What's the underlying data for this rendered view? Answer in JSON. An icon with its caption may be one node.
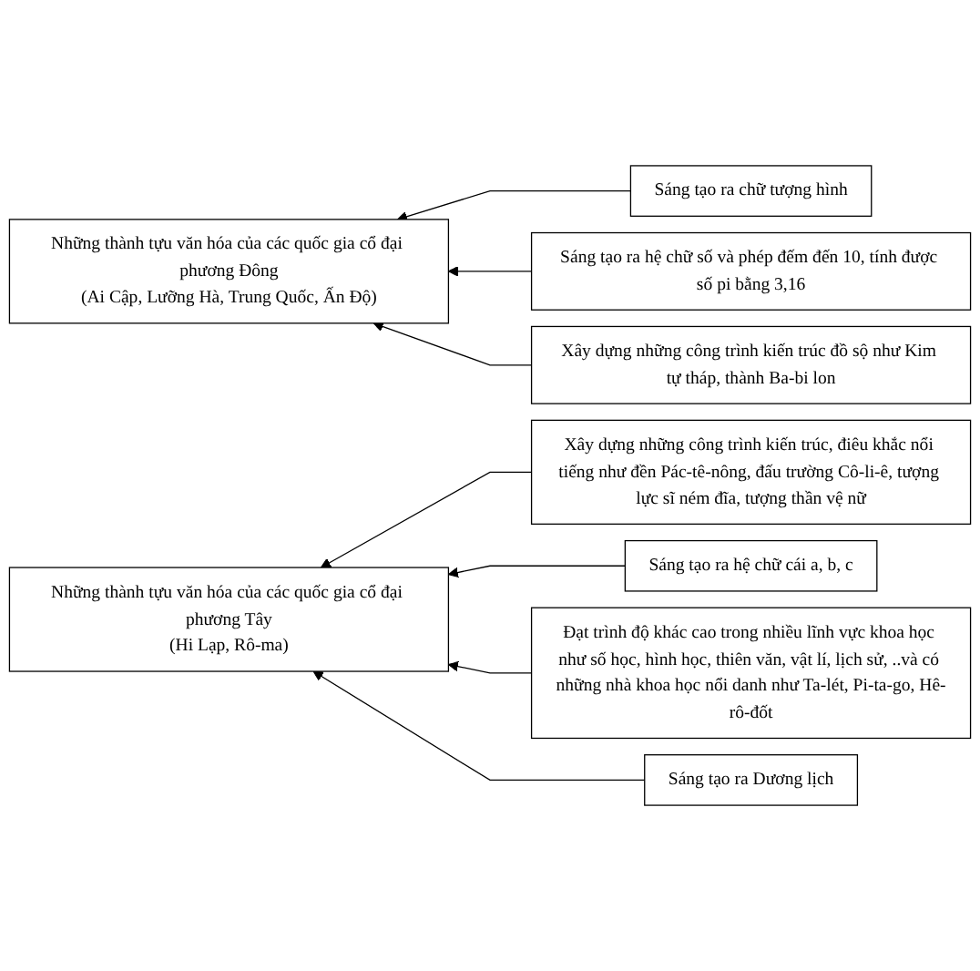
{
  "diagram": {
    "nodes": [
      {
        "text": [
          "Những thành tựu văn hóa của các quốc gia cổ đại phương Đông",
          "(Ai Cập, Lưỡng Hà, Trung Quốc, Ấn Độ)"
        ]
      },
      {
        "text": [
          "Sáng tạo ra chữ tượng hình"
        ]
      },
      {
        "text": [
          "Xây dựng những công trình kiến trúc, điêu khắc nổi tiếng như đền Pác-tê-nông, đấu trường Cô-li-ê, tượng lực sĩ ném đĩa, tượng thần vệ nữ"
        ]
      },
      {
        "text": [
          "Sáng tạo ra hệ chữ cái a, b, c"
        ]
      },
      {
        "text": [
          "Sáng tạo ra hệ chữ số và phép đếm đến 10, tính được số pi bằng 3,16"
        ]
      },
      {
        "text": [
          "Đạt trình độ khác cao trong nhiều lĩnh vực khoa học như số học, hình học, thiên văn, vật lí, lịch sử, ..và có những nhà khoa học nổi danh như Ta-lét, Pi-ta-go, Hê-rô-đốt"
        ]
      },
      {
        "text": [
          "Xây dựng những công trình kiến trúc đồ sộ như Kim tự tháp, thành Ba-bi lon"
        ]
      },
      {
        "text": [
          "Sáng tạo ra Dương lịch"
        ]
      },
      {
        "text": [
          "Những thành tựu văn hóa của các quốc gia cổ đại phương Tây",
          "(Hi Lạp, Rô-ma)"
        ]
      }
    ],
    "edges": [
      {
        "from": 1,
        "to": 0,
        "arrow": "to"
      },
      {
        "from": 2,
        "to": 8,
        "arrow": "to"
      },
      {
        "from": 3,
        "to": 8,
        "arrow": "to"
      },
      {
        "from": 4,
        "to": 0,
        "arrow": "to"
      },
      {
        "from": 5,
        "to": 8,
        "arrow": "to"
      },
      {
        "from": 6,
        "to": 0,
        "arrow": "to"
      },
      {
        "from": 7,
        "to": 8,
        "arrow": "to"
      }
    ]
  }
}
